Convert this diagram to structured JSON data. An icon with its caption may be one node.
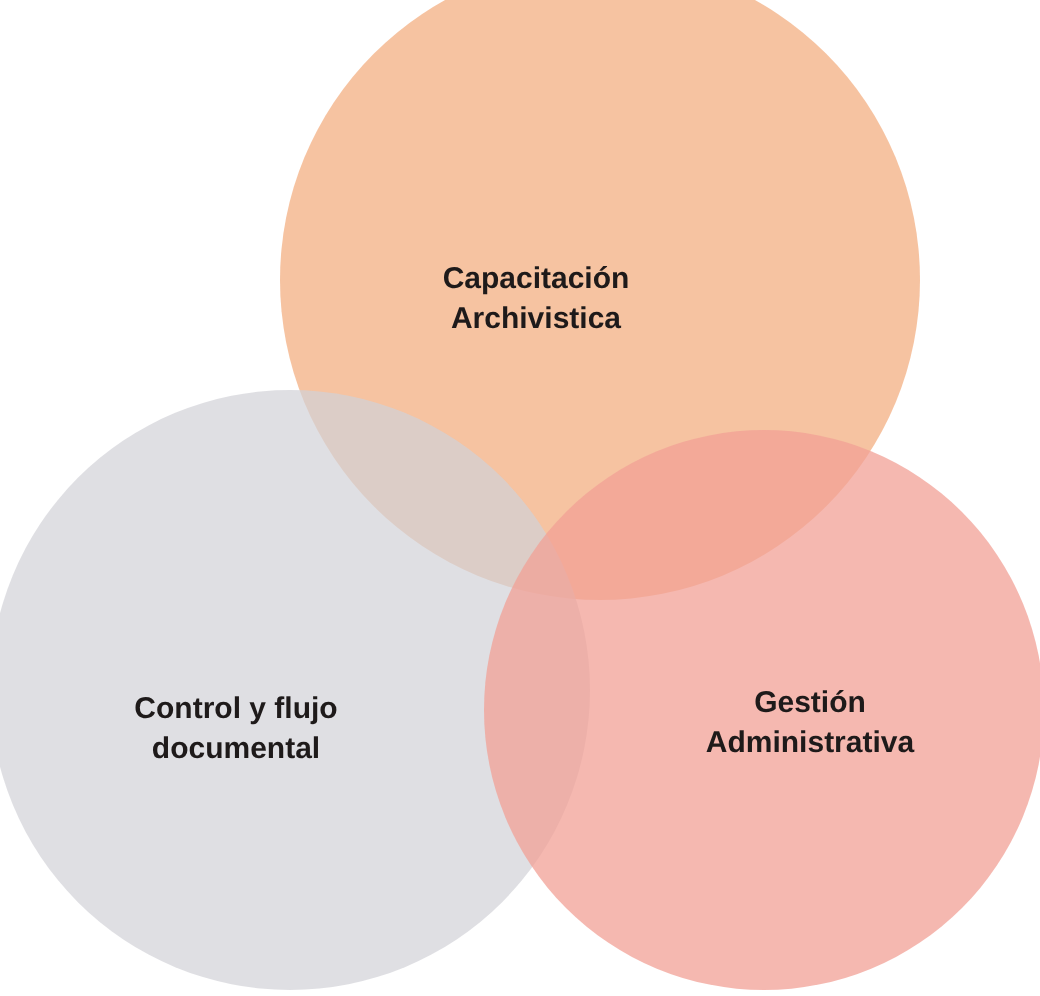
{
  "diagram": {
    "nodes": [
      {
        "text": [
          "Capacitación Archivistica"
        ]
      },
      {
        "text": [
          "Control y flujo documental"
        ]
      },
      {
        "text": [
          "Gestión Administrativa"
        ]
      }
    ]
  }
}
